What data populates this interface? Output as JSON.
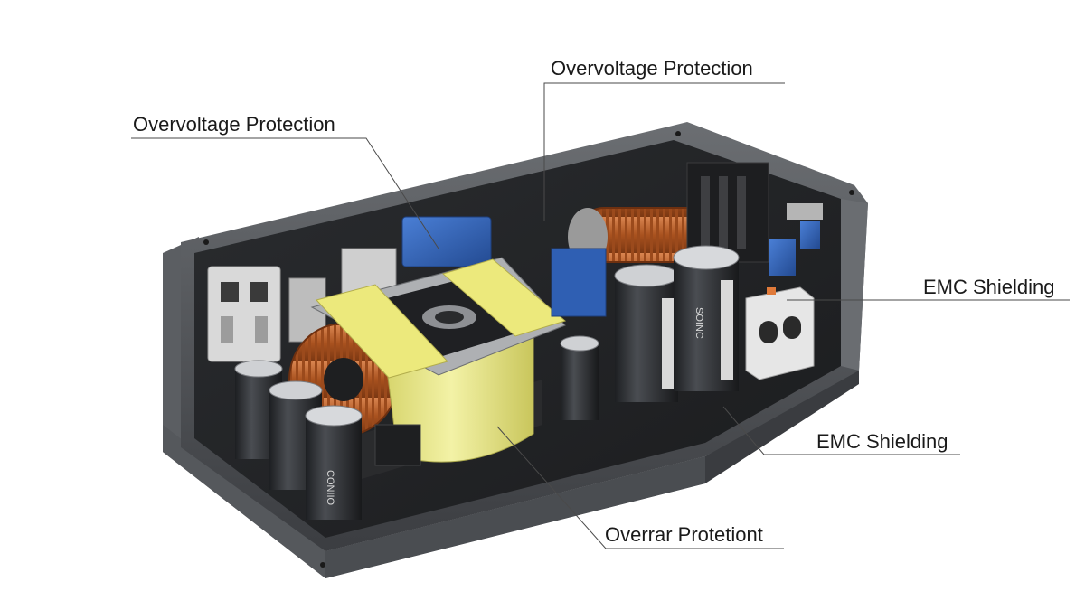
{
  "callouts": {
    "top_center": "Overvoltage Protection",
    "top_left": "Overvoltage Protection",
    "right_upper": "EMC Shielding",
    "right_lower": "EMC Shielding",
    "bottom_center": "Overrar Protetiont"
  },
  "capacitor_prints": {
    "front_large": "CONIIO",
    "right_tall": "SOINC"
  },
  "colors": {
    "enclosure": "#505357",
    "copper": "#b8602e",
    "core_yellow": "#e8e68a",
    "blue_component": "#2f5fb3",
    "capacitor_body": "#2a2c30",
    "terminal_block": "#e6e6e6"
  }
}
